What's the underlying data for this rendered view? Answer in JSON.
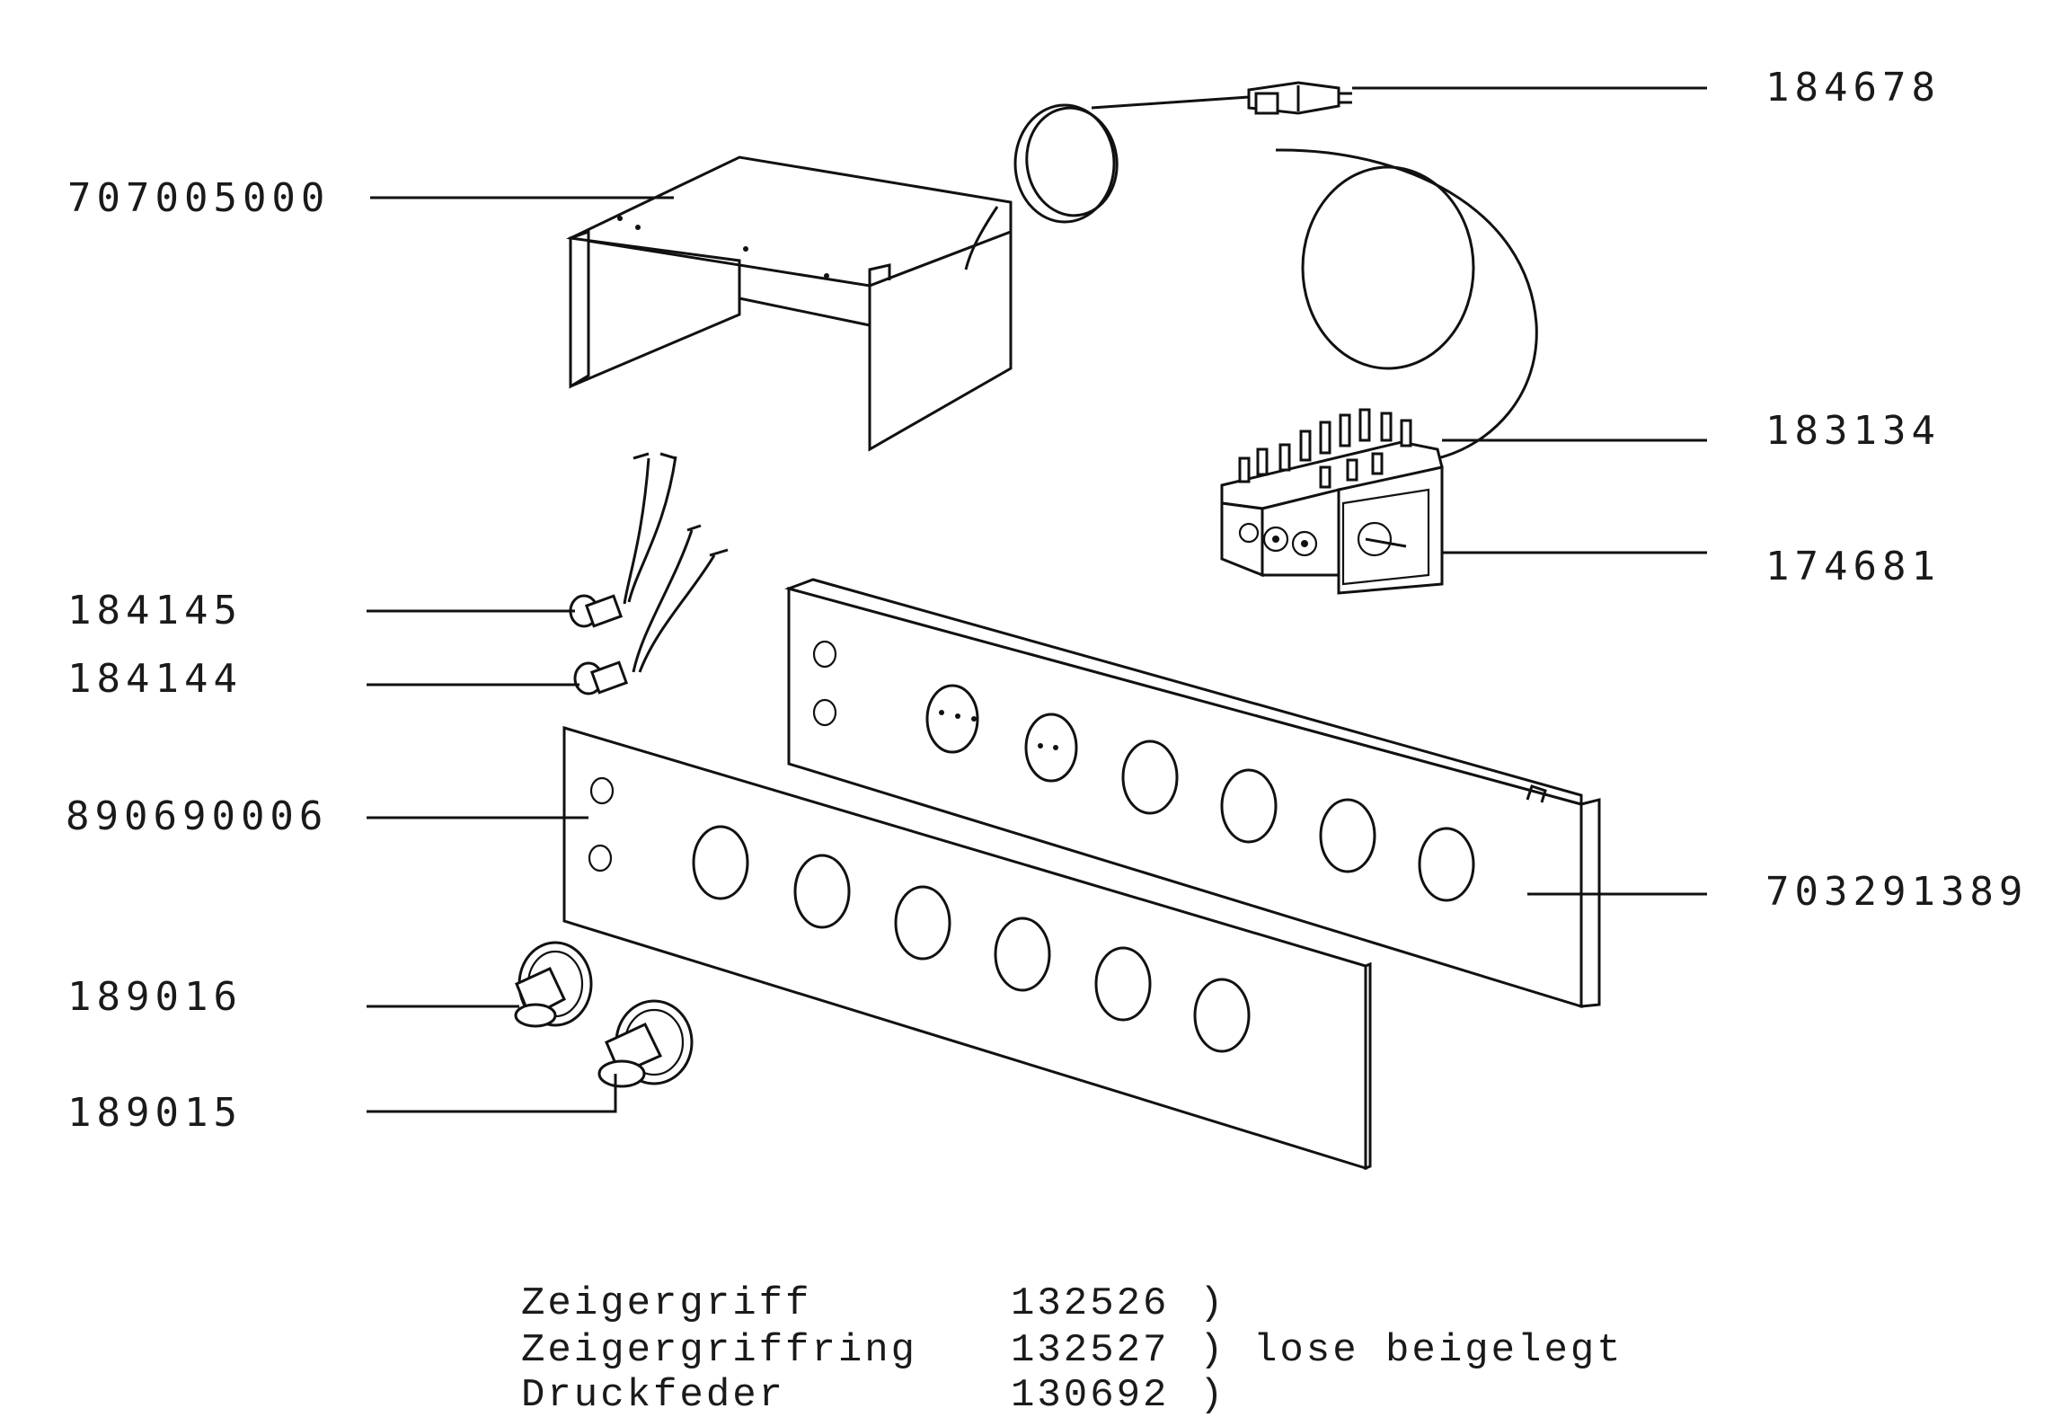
{
  "part_labels": {
    "p184678": "184678",
    "p707005000": "707005000",
    "p183134": "183134",
    "p174681": "174681",
    "p184145": "184145",
    "p184144": "184144",
    "p890690006": "890690006",
    "p703291389": "703291389",
    "p189016": "189016",
    "p189015": "189015"
  },
  "notes": {
    "rows": [
      {
        "name": "Zeigergriff",
        "number": "132526",
        "bracket": ")",
        "remark": ""
      },
      {
        "name": "Zeigergriffring",
        "number": "132527",
        "bracket": ")",
        "remark": "lose beigelegt"
      },
      {
        "name": "Druckfeder",
        "number": "130692",
        "bracket": ")",
        "remark": ""
      }
    ]
  }
}
